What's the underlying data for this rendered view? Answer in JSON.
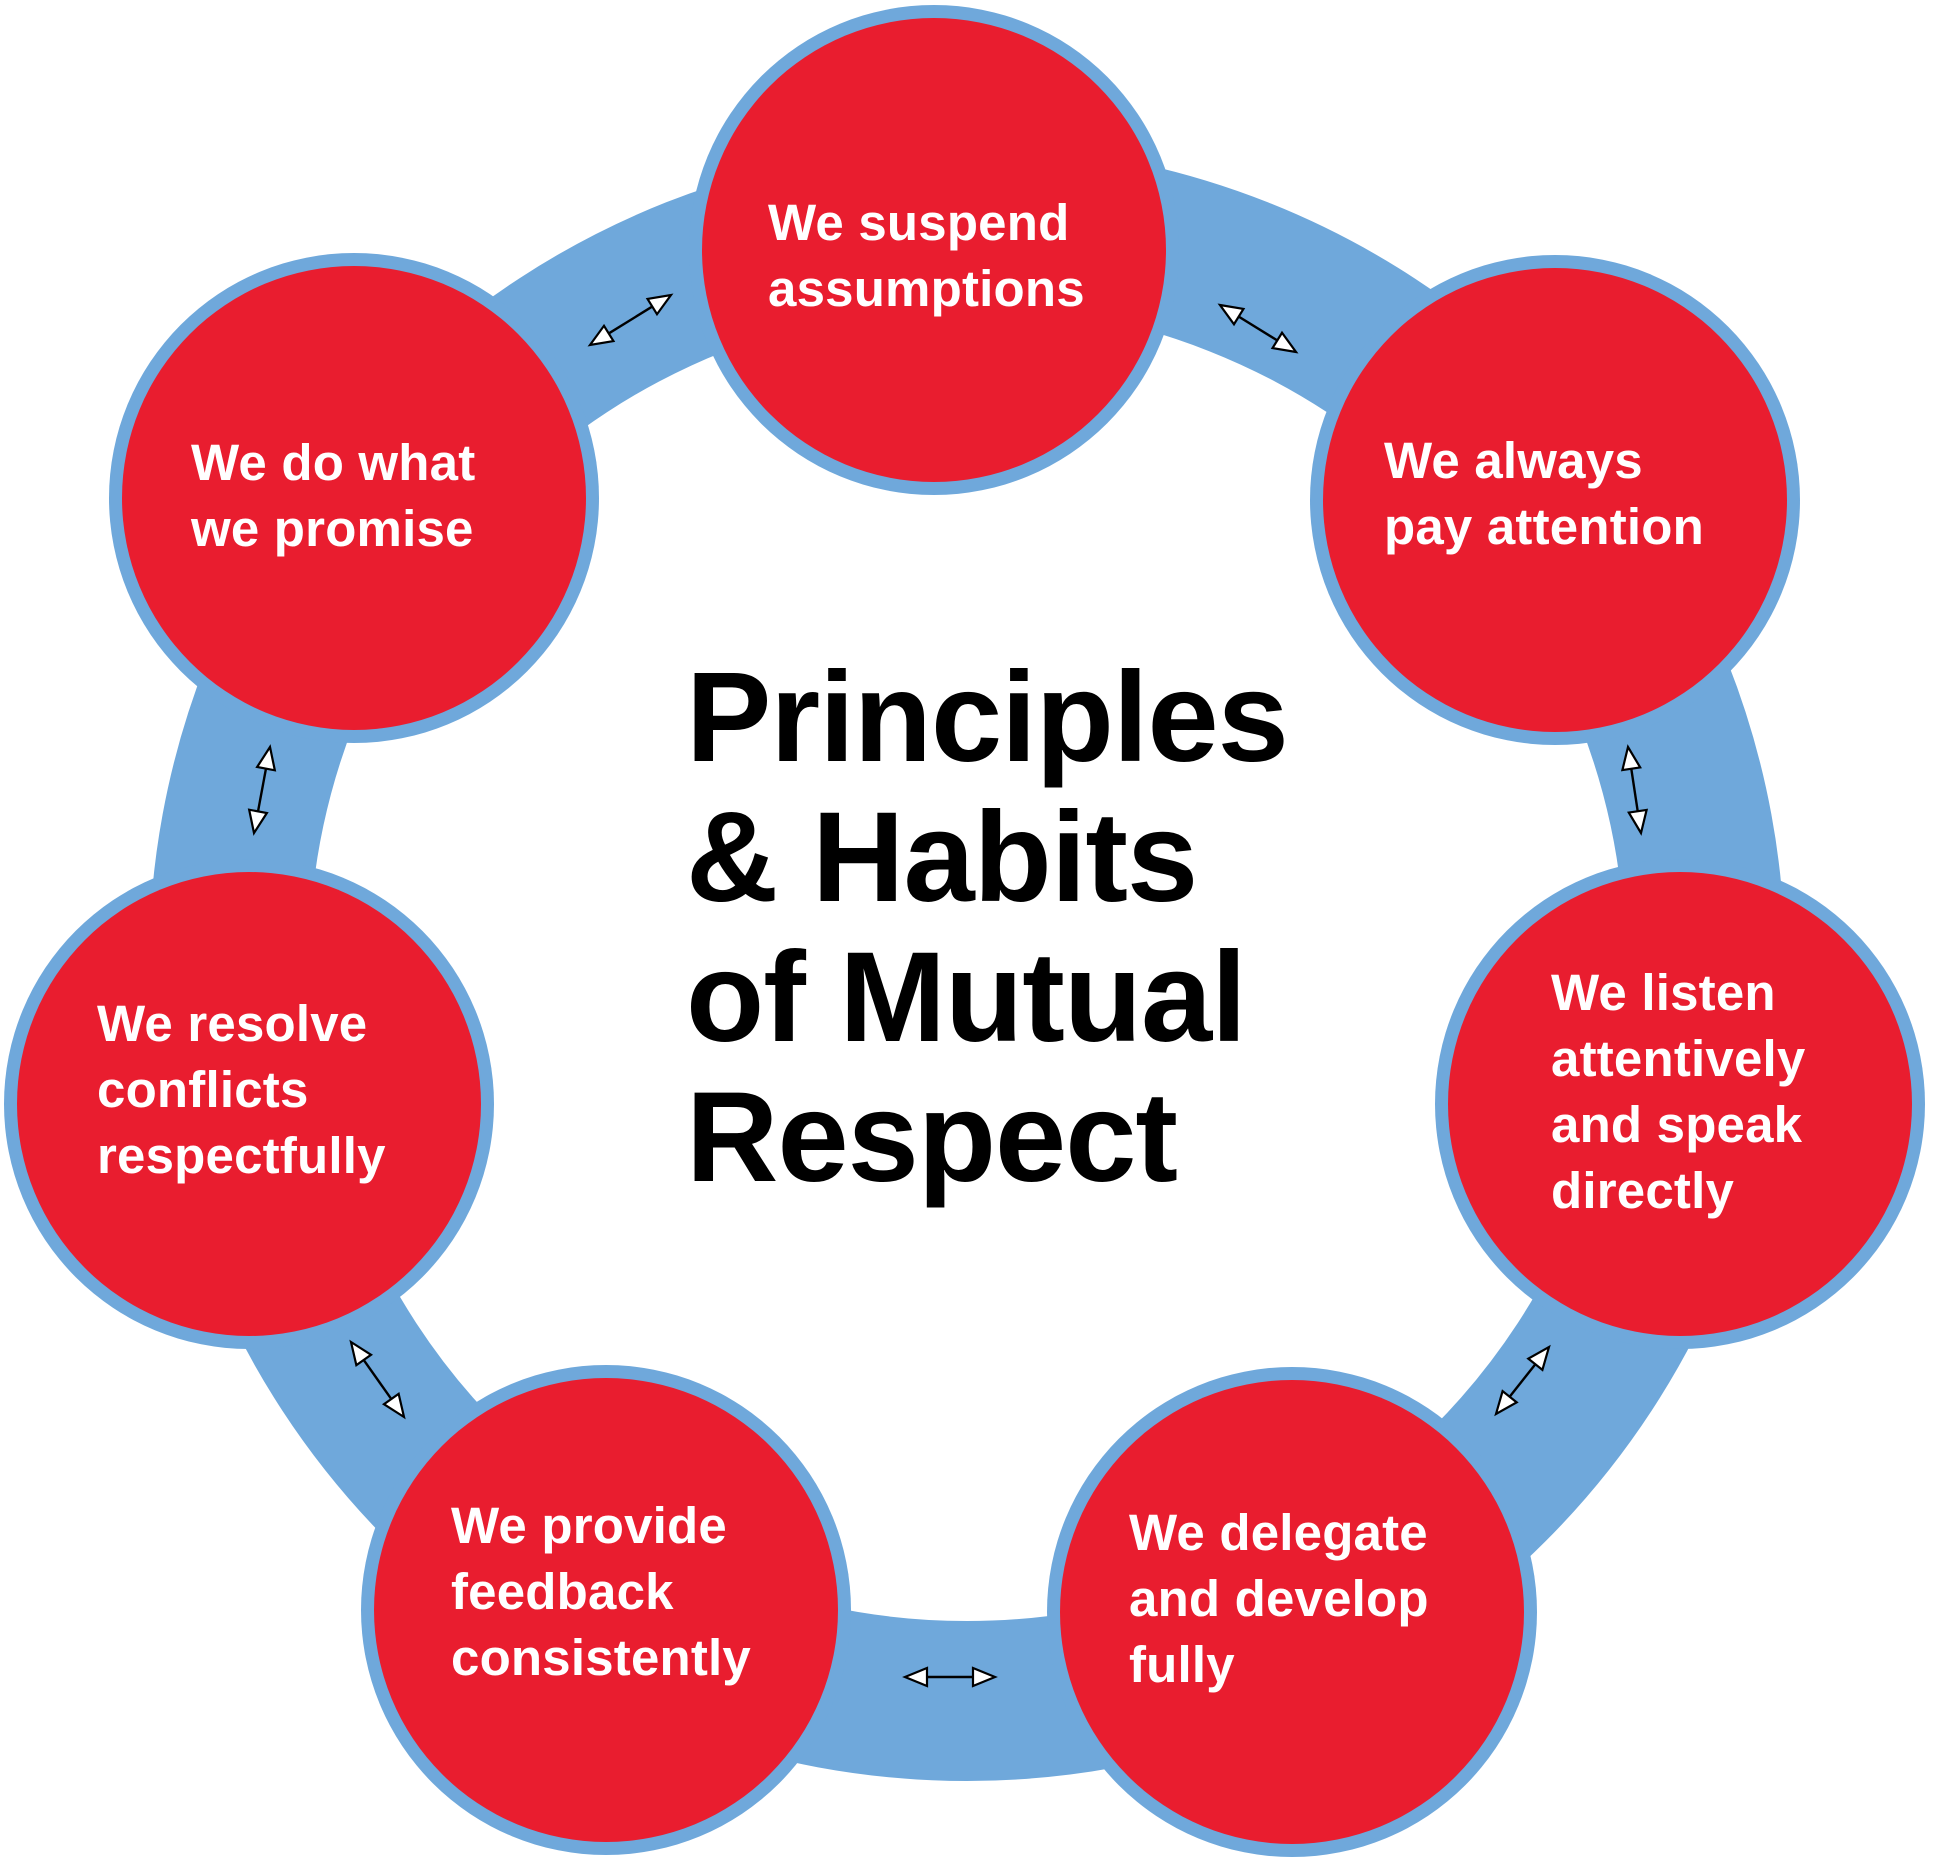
{
  "colors": {
    "ring": "#6fa8db",
    "node_fill": "#e91d2f",
    "node_text": "#ffffff",
    "title": "#000000",
    "arrow_stroke": "#000000",
    "arrow_head_fill": "#ffffff"
  },
  "title": "Principles\n& Habits\nof Mutual\nRespect",
  "nodes": [
    {
      "id": "suspend-assumptions",
      "label": "We suspend\nassumptions"
    },
    {
      "id": "pay-attention",
      "label": "We always\npay attention"
    },
    {
      "id": "listen-speak",
      "label": "We listen\nattentively\nand speak\ndirectly"
    },
    {
      "id": "delegate-develop",
      "label": "We delegate\nand develop\nfully"
    },
    {
      "id": "provide-feedback",
      "label": "We provide\nfeedback\nconsistently"
    },
    {
      "id": "resolve-conflicts",
      "label": "We resolve\nconflicts\nrespectfully"
    },
    {
      "id": "do-what-promise",
      "label": "We do what\nwe promise"
    }
  ],
  "connectors": [
    {
      "from": "suspend-assumptions",
      "to": "pay-attention",
      "icon": "double-arrow-icon"
    },
    {
      "from": "pay-attention",
      "to": "listen-speak",
      "icon": "double-arrow-icon"
    },
    {
      "from": "listen-speak",
      "to": "delegate-develop",
      "icon": "double-arrow-icon"
    },
    {
      "from": "delegate-develop",
      "to": "provide-feedback",
      "icon": "double-arrow-icon"
    },
    {
      "from": "provide-feedback",
      "to": "resolve-conflicts",
      "icon": "double-arrow-icon"
    },
    {
      "from": "resolve-conflicts",
      "to": "do-what-promise",
      "icon": "double-arrow-icon"
    },
    {
      "from": "do-what-promise",
      "to": "suspend-assumptions",
      "icon": "double-arrow-icon"
    }
  ]
}
